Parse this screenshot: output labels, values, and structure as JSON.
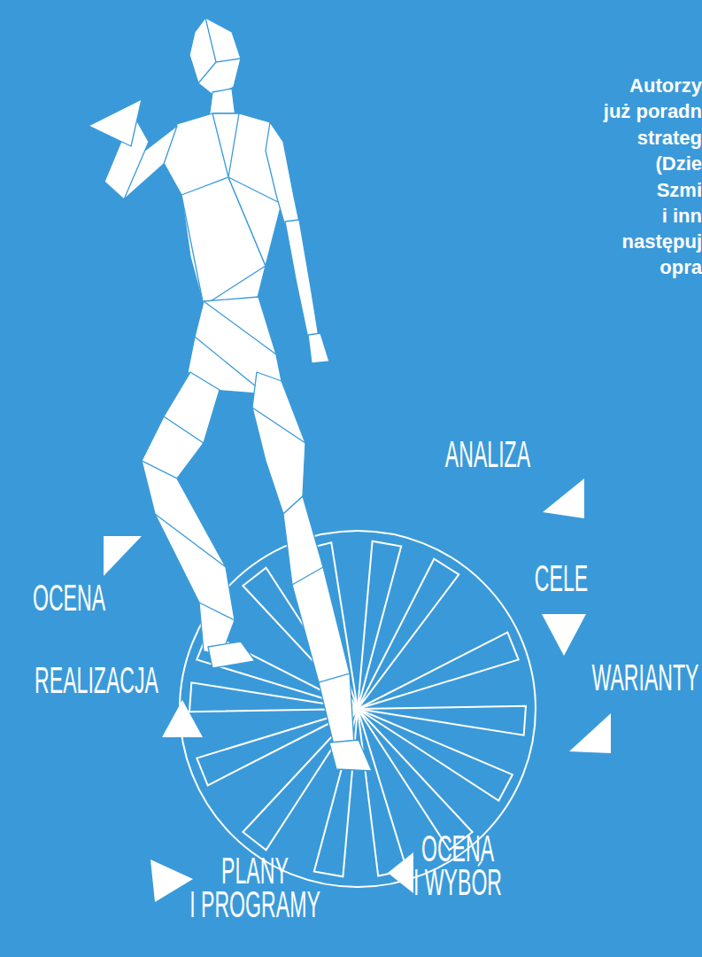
{
  "diagram": {
    "labels": [
      "Autorzy",
      "już poradn",
      "strateg",
      "(Dzie",
      "Szmi",
      "i inn",
      "następuj",
      "opra",
      "ANALIZA",
      "CELE",
      "WARIANTY",
      "OCENA I WYBÓR",
      "PLANY I PROGRAMY",
      "REALIZACJA",
      "OCENA"
    ]
  }
}
